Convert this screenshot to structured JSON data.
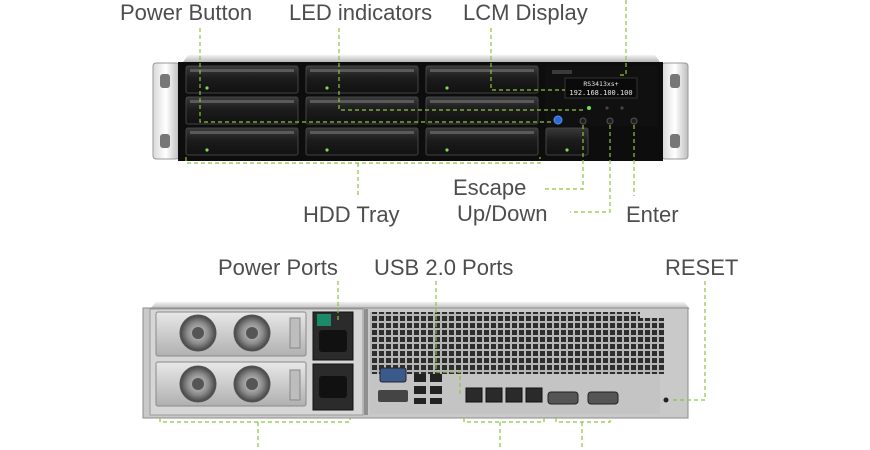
{
  "front": {
    "power_button": "Power Button",
    "led_indicators": "LED indicators",
    "lcm_display": "LCM Display",
    "hdd_tray": "HDD Tray",
    "escape": "Escape",
    "up_down": "Up/Down",
    "enter": "Enter",
    "lcm_line1": "RS3413xs+",
    "lcm_line2": "192.168.100.100"
  },
  "rear": {
    "power_ports": "Power Ports",
    "usb_ports": "USB 2.0 Ports",
    "reset": "RESET"
  },
  "colors": {
    "callout": "#8cc63f",
    "label": "#4d4d4d"
  }
}
